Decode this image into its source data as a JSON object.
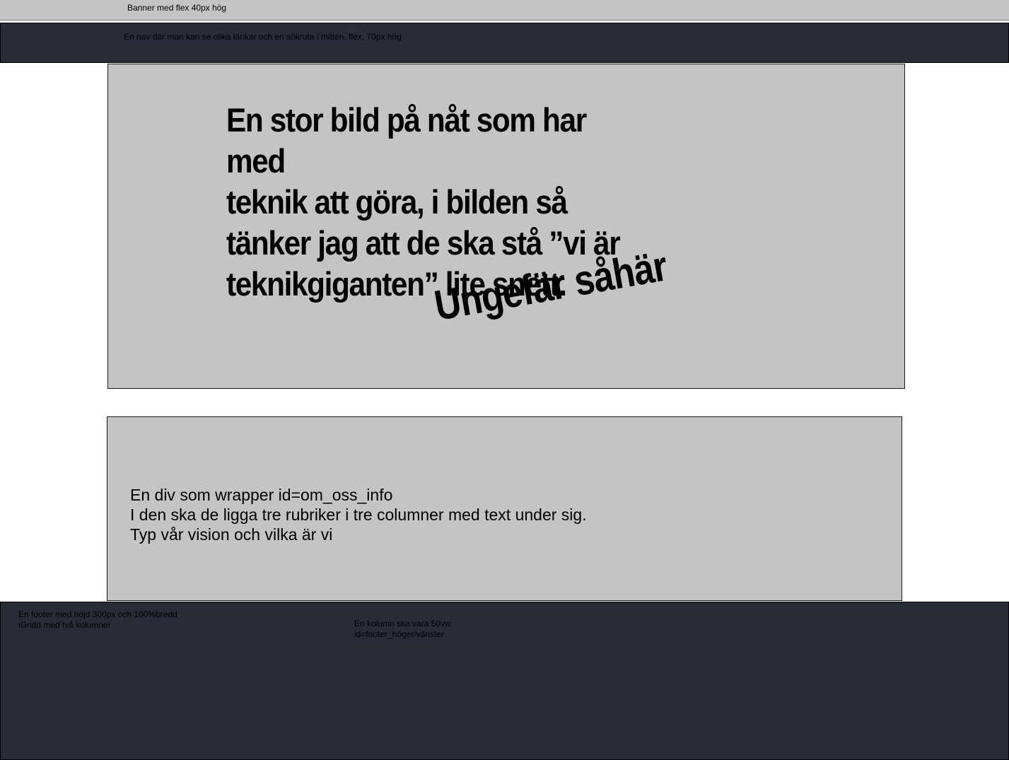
{
  "banner": {
    "text": "Banner med flex 40px hög"
  },
  "nav": {
    "text": "En nav där man kan se olika länkar och en sökruta i mitten, flex, 70px hög"
  },
  "hero": {
    "heading_lines": [
      "En stor bild på nåt som har med",
      "teknik att göra, i bilden så",
      "tänker jag att de ska stå ”vi är",
      "teknikgiganten” lite snett."
    ],
    "slanted_text": "Ungefär såhär"
  },
  "about": {
    "lines": [
      "En div som wrapper id=om_oss_info",
      "I den ska de ligga tre rubriker i tre columner med text under sig.",
      "Typ vår vision och vilka är vi"
    ]
  },
  "footer": {
    "left_lines": [
      "En footer med höjd 300px och 100%bredd",
      "iGridd med två kolumner"
    ],
    "right_lines": [
      "En kolumn ska vara 50vw",
      "id=footer_höger/vänster"
    ]
  },
  "colors": {
    "placeholder_gray": "#c4c4c4",
    "dark_navy": "#292c36",
    "background": "#ffffff"
  }
}
